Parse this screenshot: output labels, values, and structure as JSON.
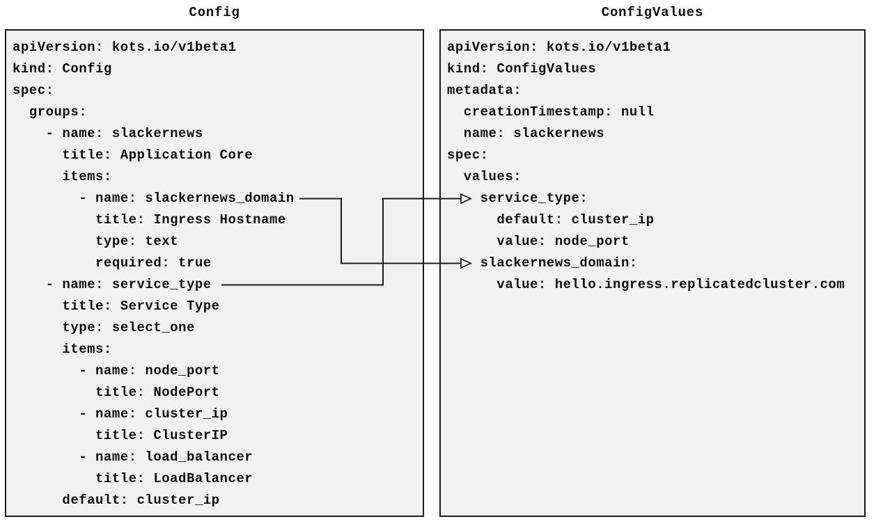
{
  "colors": {
    "background": "#ffffff",
    "box_fill": "#f1f1f1",
    "box_border": "#1a1a1a",
    "text": "#0e0e0e",
    "connector_line": "#1a1a1a"
  },
  "left_panel": {
    "title": "Config",
    "lines": [
      "apiVersion: kots.io/v1beta1",
      "kind: Config",
      "spec:",
      "  groups:",
      "    - name: slackernews",
      "      title: Application Core",
      "      items:",
      "        - name: slackernews_domain",
      "          title: Ingress Hostname",
      "          type: text",
      "          required: true",
      "    - name: service_type",
      "      title: Service Type",
      "      type: select_one",
      "      items:",
      "        - name: node_port",
      "          title: NodePort",
      "        - name: cluster_ip",
      "          title: ClusterIP",
      "        - name: load_balancer",
      "          title: LoadBalancer",
      "      default: cluster_ip"
    ]
  },
  "right_panel": {
    "title": "ConfigValues",
    "lines": [
      "apiVersion: kots.io/v1beta1",
      "kind: ConfigValues",
      "metadata:",
      "  creationTimestamp: null",
      "  name: slackernews",
      "spec:",
      "  values:",
      "    service_type:",
      "      default: cluster_ip",
      "      value: node_port",
      "    slackernews_domain:",
      "      value: hello.ingress.replicatedcluster.com"
    ]
  },
  "connectors": [
    {
      "name": "slackernews_domain",
      "from_panel": "Config",
      "from_text": "- name: slackernews_domain",
      "to_panel": "ConfigValues",
      "to_text": "slackernews_domain:"
    },
    {
      "name": "service_type",
      "from_panel": "Config",
      "from_text": "- name: service_type",
      "to_panel": "ConfigValues",
      "to_text": "service_type:"
    }
  ]
}
